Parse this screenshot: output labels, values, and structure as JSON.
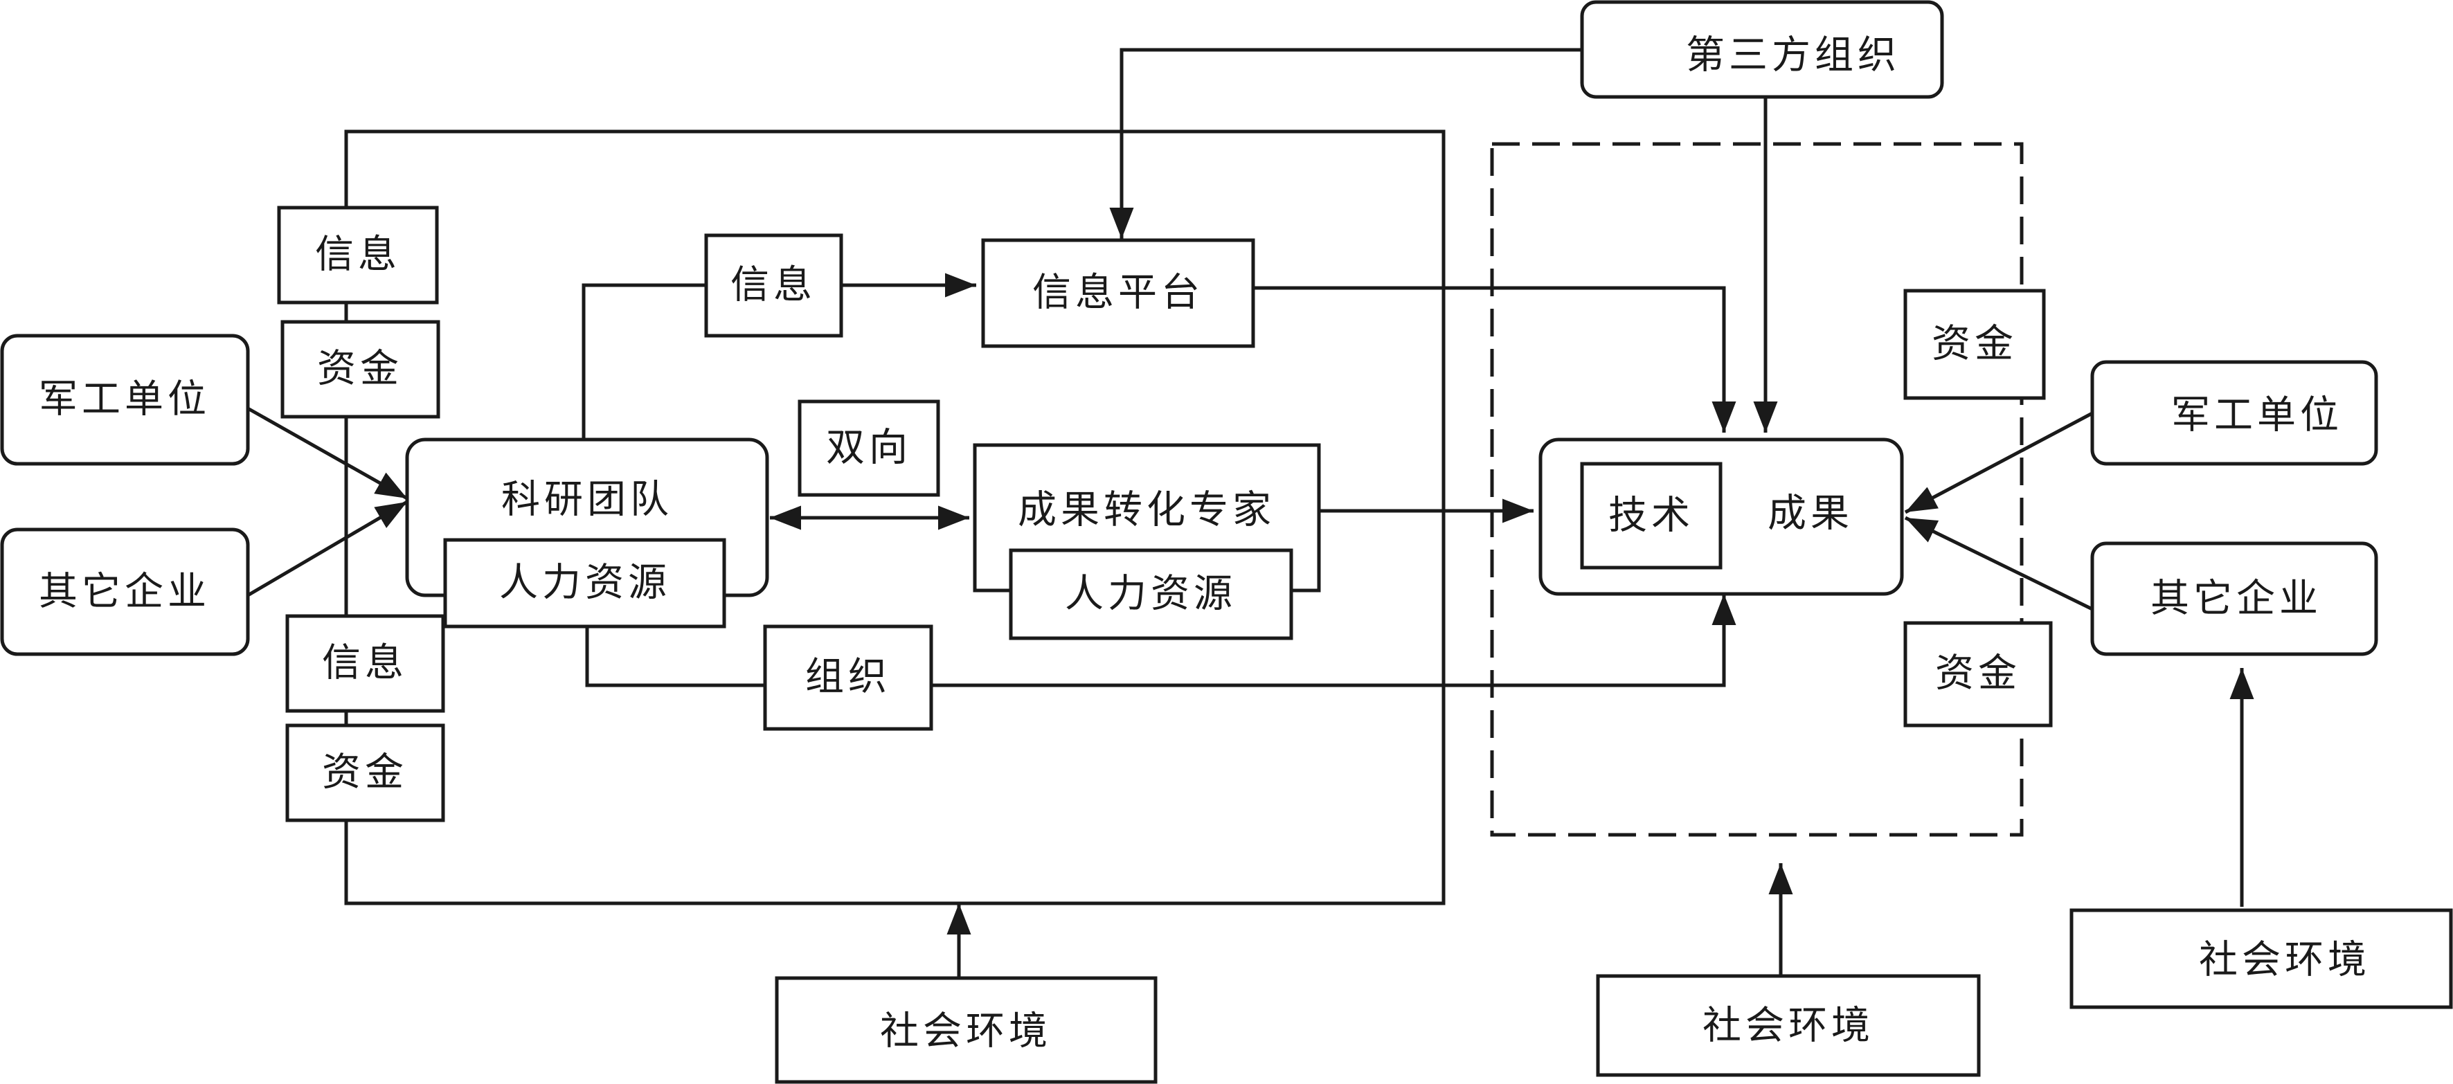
{
  "labels": {
    "third_party": "第三方组织",
    "info_top": "信息",
    "fund_top": "资金",
    "military_left": "军工单位",
    "other_left": "其它企业",
    "research_team": "科研团队",
    "hr_left": "人力资源",
    "info_bottom": "信息",
    "fund_bottom": "资金",
    "info_mid": "信息",
    "info_platform": "信息平台",
    "bidirectional": "双向",
    "transfer_expert": "成果转化专家",
    "hr_right": "人力资源",
    "organization": "组织",
    "tech": "技术",
    "result": "成果",
    "fund_right_top": "资金",
    "fund_right_bottom": "资金",
    "military_right": "军工单位",
    "other_right": "其它企业",
    "env_left": "社会环境",
    "env_mid": "社会环境",
    "env_right": "社会环境"
  }
}
